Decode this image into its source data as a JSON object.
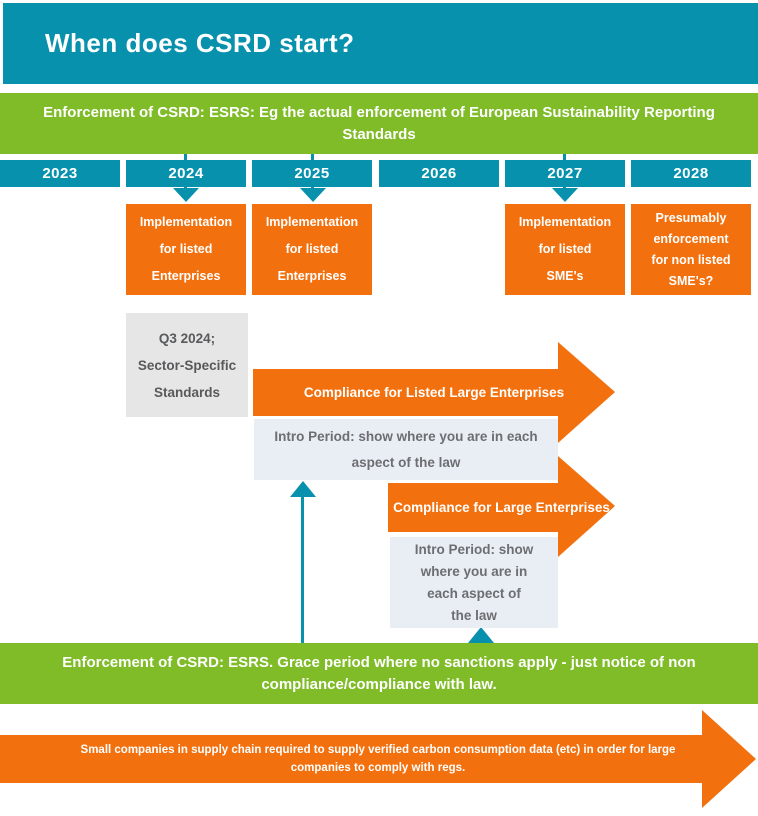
{
  "header": {
    "title": "When does CSRD start?"
  },
  "banners": {
    "enforcement_top": "Enforcement of CSRD: ESRS: Eg the actual enforcement of European Sustainability Reporting\nStandards",
    "grace": "Enforcement of CSRD: ESRS. Grace period where no sanctions apply - just notice of non\ncompliance/compliance with law."
  },
  "timeline": {
    "years": [
      "2023",
      "2024",
      "2025",
      "2026",
      "2027",
      "2028"
    ],
    "implementation": [
      {
        "year": "2024",
        "text": "Implementation\nfor listed\nEnterprises"
      },
      {
        "year": "2025",
        "text": "Implementation\nfor listed\nEnterprises"
      },
      {
        "year": "2027",
        "text": "Implementation\nfor listed\nSME's"
      },
      {
        "year": "2028",
        "text": "Presumably\nenforcement\nfor non listed\nSME's?"
      }
    ]
  },
  "sector_box": {
    "text": "Q3 2024;\nSector-Specific\nStandards"
  },
  "arrows": {
    "listed_large": {
      "label": "Compliance for Listed Large Enterprises",
      "intro": "Intro Period: show where you are in each\naspect of the law"
    },
    "large": {
      "label": "Compliance for Large Enterprises",
      "intro": "Intro Period: show\nwhere you are in\neach aspect of\nthe law"
    },
    "supply_chain": {
      "label": "Small companies in supply chain required to supply verified carbon consumption data (etc) in order for large\ncompanies to comply with regs."
    }
  },
  "colors": {
    "teal": "#0791AD",
    "green": "#7FBC27",
    "orange": "#F2700D",
    "gray_box": "#E6E6E6",
    "intro_box": "#E9EEF5"
  }
}
